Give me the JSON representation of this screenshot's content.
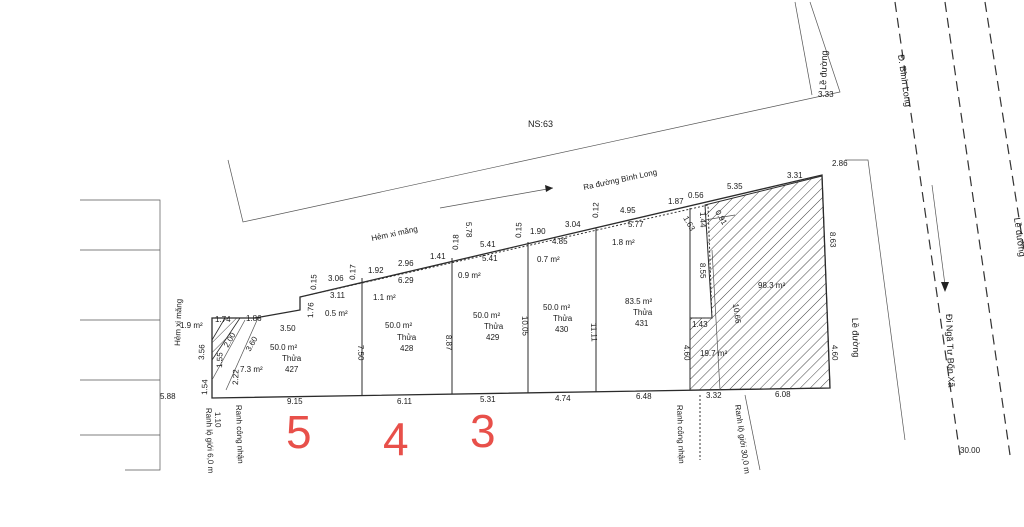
{
  "labels": {
    "ns": "NS:63",
    "le_duong_top": "Lề đường",
    "d_binh_long": "Đ. Bình Long",
    "le_duong_far": "Lề đường",
    "ra_duong": "Ra đường Bình Long",
    "ham_xi_mang_top": "Hẻm xi măng",
    "ham_xi_mang_left": "Hẻm xi măng",
    "le_duong_right": "Lề đường",
    "di_nga_tu": "Đi Ngã Tư Bốn Xã",
    "ranh_lo_gioi_left": "Ranh lộ giới 6,0 m",
    "ranh_cong_nhan_left": "Ranh công nhận",
    "ranh_cong_nhan_right": "Ranh công nhận",
    "ranh_lo_gioi_right": "Ranh lộ giới 30,0 m",
    "dist_30": "30.00"
  },
  "lots": [
    {
      "area": "50.0 m²",
      "word": "Thửa",
      "number": "427"
    },
    {
      "area": "50.0 m²",
      "word": "Thửa",
      "number": "428"
    },
    {
      "area": "50.0 m²",
      "word": "Thửa",
      "number": "429"
    },
    {
      "area": "50.0 m²",
      "word": "Thửa",
      "number": "430"
    },
    {
      "area": "83.5 m²",
      "word": "Thửa",
      "number": "431"
    }
  ],
  "small_areas": {
    "a_19": "1.9 m²",
    "a_73": "7.3 m²",
    "a_05": "0.5 m²",
    "a_11": "1.1 m²",
    "a_09": "0.9 m²",
    "a_07": "0.7 m²",
    "a_18": "1.8 m²",
    "a_983": "98.3 m²",
    "a_197": "19.7 m²"
  },
  "dims": {
    "d333": "3.33",
    "d286": "2.86",
    "d331": "3.31",
    "d535": "5.35",
    "d056": "0.56",
    "d187": "1.87",
    "d495": "4.95",
    "d012": "0.12",
    "d304": "3.04",
    "d190": "1.90",
    "d015": "0.15",
    "d541a": "5.41",
    "d018": "0.18",
    "d141": "1.41",
    "d296": "2.96",
    "d192": "1.92",
    "d017": "0.17",
    "d306": "3.06",
    "d015b": "0.15",
    "d578": "5.78",
    "d577": "5.77",
    "d485": "4.85",
    "d541b": "5.41",
    "d629": "6.29",
    "d311": "3.11",
    "d176": "1.76",
    "d174": "1.74",
    "d186": "1.86",
    "d350": "3.50",
    "d200": "2.00",
    "d360": "3.60",
    "d356": "3.56",
    "d155": "1.55",
    "d222": "2.22",
    "d154": "1.54",
    "d110": "1.10",
    "d588": "5.88",
    "d915": "9.15",
    "d611": "6.11",
    "d531": "5.31",
    "d474": "4.74",
    "d648": "6.48",
    "d332": "3.32",
    "d608": "6.08",
    "d750": "7.50",
    "d887": "8.87",
    "d1005": "10.05",
    "d1111": "11.11",
    "d163": "1.63",
    "d144": "1.44",
    "d091": "0.91",
    "d855": "8.55",
    "d1066": "10.66",
    "d143": "1.43",
    "d460a": "4.60",
    "d460b": "4.60",
    "d863": "8.63"
  },
  "markers": {
    "m5": "5",
    "m4": "4",
    "m3": "3"
  },
  "colors": {
    "marker": "#e8504a",
    "line": "#2b2b2b",
    "hatch": "#444444"
  }
}
